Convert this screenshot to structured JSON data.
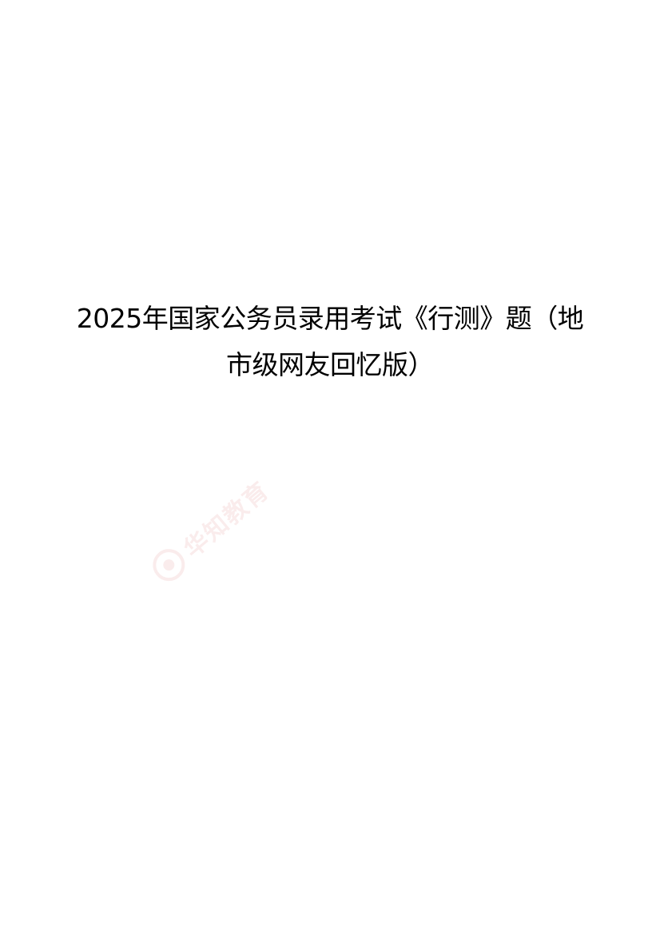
{
  "document": {
    "title_line1": "2025年国家公务员录用考试《行测》题（地",
    "title_line2": "市级网友回忆版）"
  },
  "watermark": {
    "text": "华知教育",
    "icon": "brand-logo-icon",
    "color": "#d05050"
  }
}
